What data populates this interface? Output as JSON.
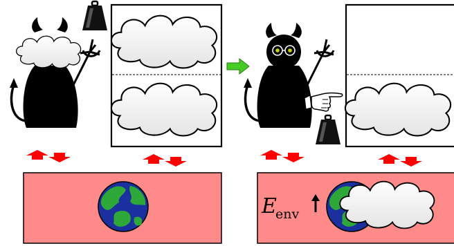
{
  "colors": {
    "background": "#ffffff",
    "environment": "#ff8a8a",
    "arrow": "#ff0000",
    "green_arrow": "#44cc22",
    "ocean": "#1b2f9e",
    "land": "#2fa83a",
    "outline": "#000000",
    "cloud": "#ffffff"
  },
  "panels": [
    {
      "demon": "demon-with-cloud-head",
      "weight_position": "top",
      "box_top_cloud": true,
      "box_bottom_cloud": true
    },
    {
      "demon": "demon-with-glasses-and-hand",
      "weight_position": "bottom",
      "box_top_cloud": false,
      "box_bottom_cloud": true
    }
  ],
  "energy_label": {
    "symbol": "E",
    "subscript": "env"
  },
  "icons": [
    "weight-icon",
    "trident-icon",
    "earth-icon",
    "cloud-icon",
    "pointing-hand-icon",
    "green-arrow-icon",
    "exchange-arrows-icon"
  ]
}
